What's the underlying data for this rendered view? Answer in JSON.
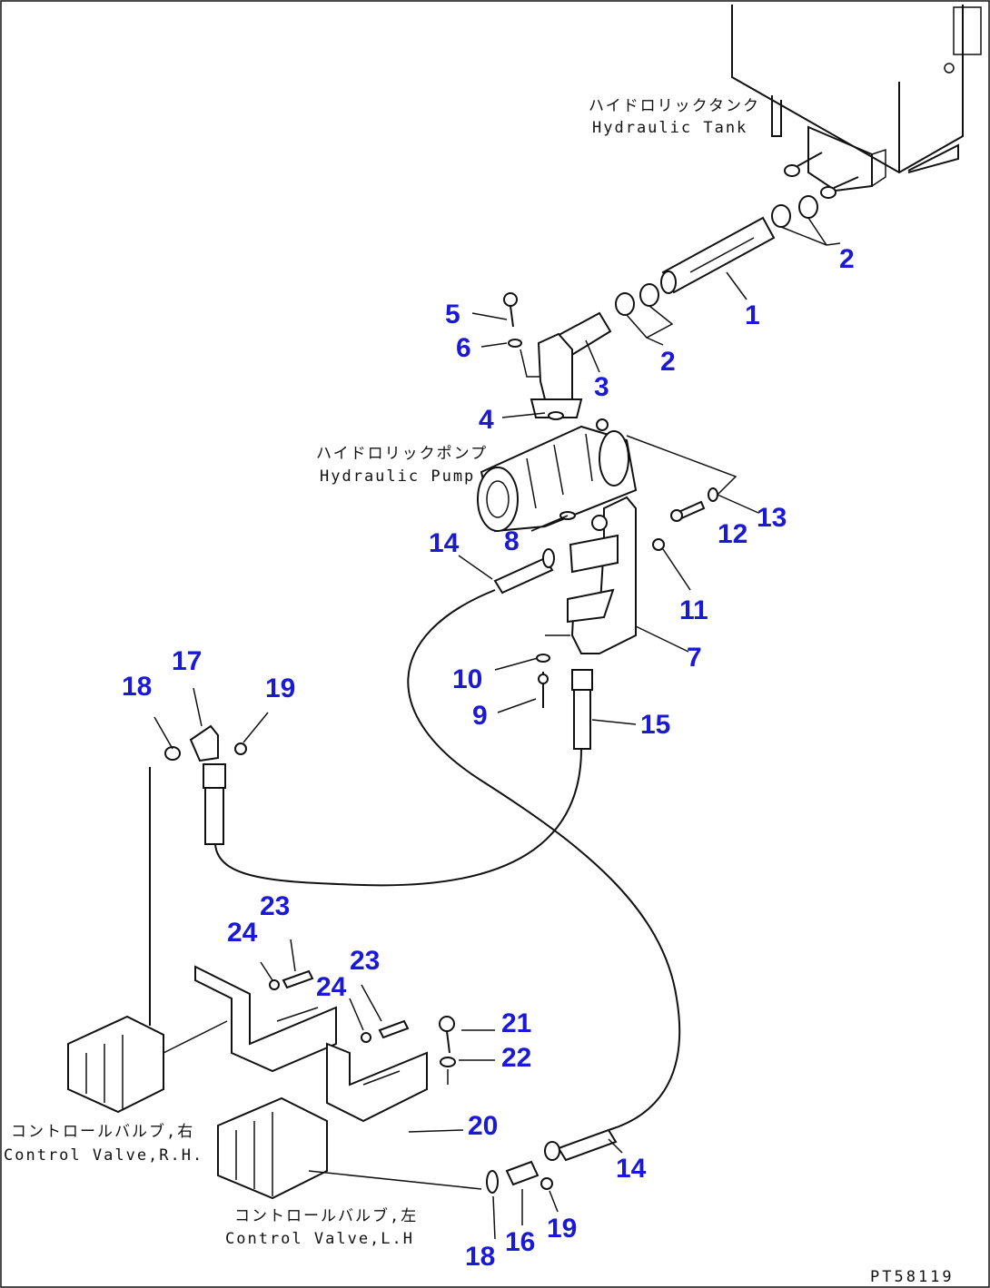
{
  "captions": {
    "tank_jp": "ハイドロリックタンク",
    "tank_en": "Hydraulic Tank",
    "pump_jp": "ハイドロリックポンプ",
    "pump_en": "Hydraulic Pump",
    "valve_rh_jp": "コントロールバルブ,右",
    "valve_rh_en": "Control Valve,R.H.",
    "valve_lh_jp": "コントロールバルブ,左",
    "valve_lh_en": "Control Valve,L.H"
  },
  "drawing_code": "PT58119",
  "callouts": {
    "c1": "1",
    "c2a": "2",
    "c2b": "2",
    "c3": "3",
    "c4": "4",
    "c5": "5",
    "c6": "6",
    "c7": "7",
    "c8": "8",
    "c9": "9",
    "c10": "10",
    "c11": "11",
    "c12": "12",
    "c13": "13",
    "c14a": "14",
    "c14b": "14",
    "c15": "15",
    "c16": "16",
    "c17": "17",
    "c18a": "18",
    "c18b": "18",
    "c19a": "19",
    "c19b": "19",
    "c20": "20",
    "c21": "21",
    "c22": "22",
    "c23a": "23",
    "c23b": "23",
    "c24a": "24",
    "c24b": "24"
  },
  "colors": {
    "callout": "#1a1ad6",
    "linework": "#111111",
    "background": "#ffffff"
  }
}
